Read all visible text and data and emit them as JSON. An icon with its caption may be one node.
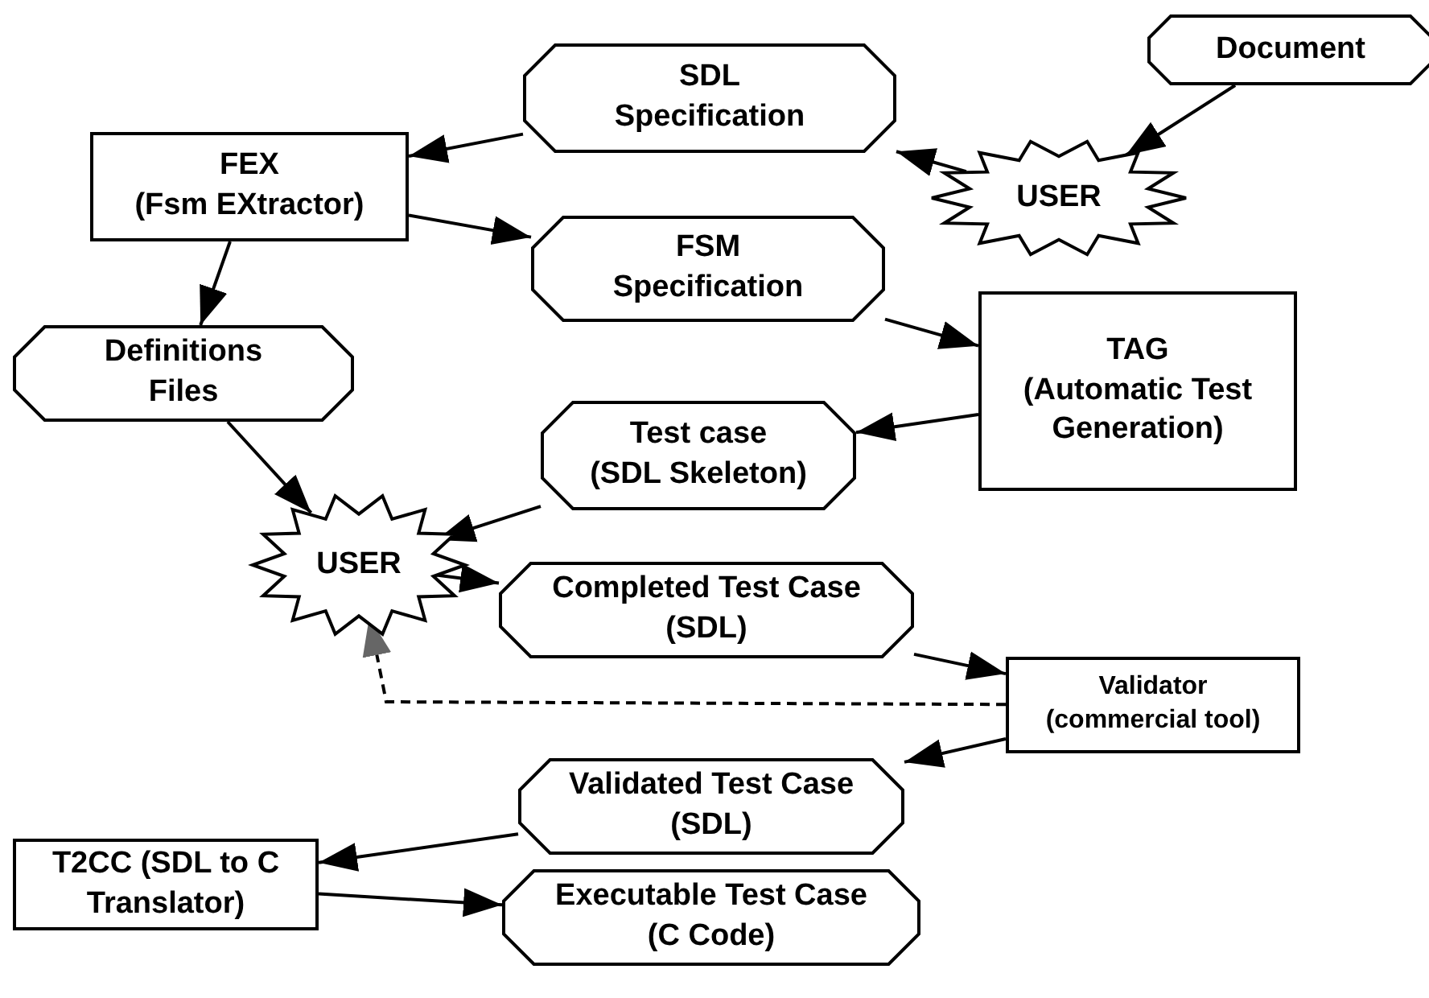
{
  "diagram": {
    "nodes": [
      {
        "text": [
          "SDL Specification"
        ]
      },
      {
        "text": [
          "Document"
        ]
      },
      {
        "text": [
          "FEX",
          "(Fsm EXtractor)"
        ]
      },
      {
        "text": [
          "USER"
        ]
      },
      {
        "text": [
          "FSM Specification"
        ]
      },
      {
        "text": [
          "Definitions Files"
        ]
      },
      {
        "text": [
          "TAG",
          "(Automatic Test Generation)"
        ]
      },
      {
        "text": [
          "Test case",
          "(SDL Skeleton)"
        ]
      },
      {
        "text": [
          "USER"
        ]
      },
      {
        "text": [
          "Completed Test Case",
          "(SDL)"
        ]
      },
      {
        "text": [
          "Validator",
          "(commercial tool)"
        ]
      },
      {
        "text": [
          "Validated Test Case",
          "(SDL)"
        ]
      },
      {
        "text": [
          "T2CC (SDL to C Translator)"
        ]
      },
      {
        "text": [
          "Executable Test Case",
          "(C Code)"
        ]
      }
    ],
    "edges": [
      {
        "from": 1,
        "to": 3,
        "arrow": "to"
      },
      {
        "from": 3,
        "to": 0,
        "arrow": "to"
      },
      {
        "from": 0,
        "to": 2,
        "arrow": "to"
      },
      {
        "from": 2,
        "to": 4,
        "arrow": "to"
      },
      {
        "from": 2,
        "to": 5,
        "arrow": "to"
      },
      {
        "from": 4,
        "to": 6,
        "arrow": "to"
      },
      {
        "from": 6,
        "to": 7,
        "arrow": "to"
      },
      {
        "from": 7,
        "to": 8,
        "arrow": "to"
      },
      {
        "from": 5,
        "to": 8,
        "arrow": "to"
      },
      {
        "from": 8,
        "to": 9,
        "arrow": "to"
      },
      {
        "from": 9,
        "to": 10,
        "arrow": "to"
      },
      {
        "from": 10,
        "to": 8,
        "arrow": "to",
        "style": "dashed"
      },
      {
        "from": 10,
        "to": 11,
        "arrow": "to"
      },
      {
        "from": 11,
        "to": 12,
        "arrow": "to"
      },
      {
        "from": 12,
        "to": 13,
        "arrow": "to"
      }
    ]
  }
}
